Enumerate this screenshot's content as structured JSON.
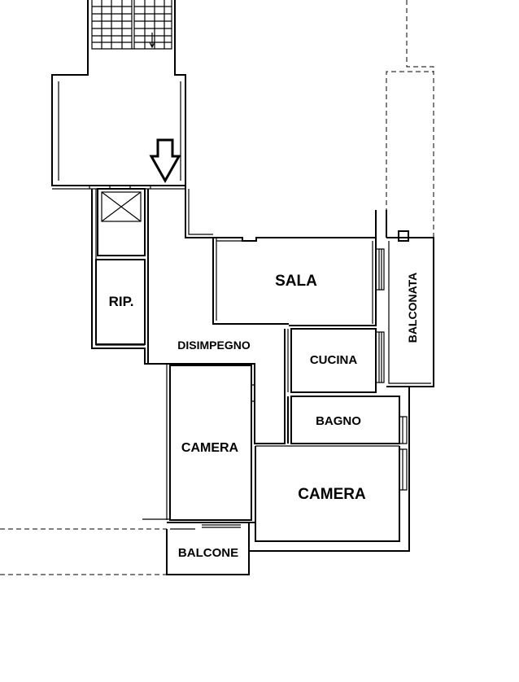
{
  "plan": {
    "rooms": {
      "sala": "SALA",
      "balconata": "BALCONATA",
      "rip": "RIP.",
      "disimpegno": "DISIMPEGNO",
      "cucina": "CUCINA",
      "bagno": "BAGNO",
      "camera_left": "CAMERA",
      "camera_right": "CAMERA",
      "balcone": "BALCONE"
    },
    "icons": {
      "entrance": "down-arrow-icon",
      "elevator": "elevator-shaft-icon",
      "stairs": "staircase-icon"
    }
  }
}
